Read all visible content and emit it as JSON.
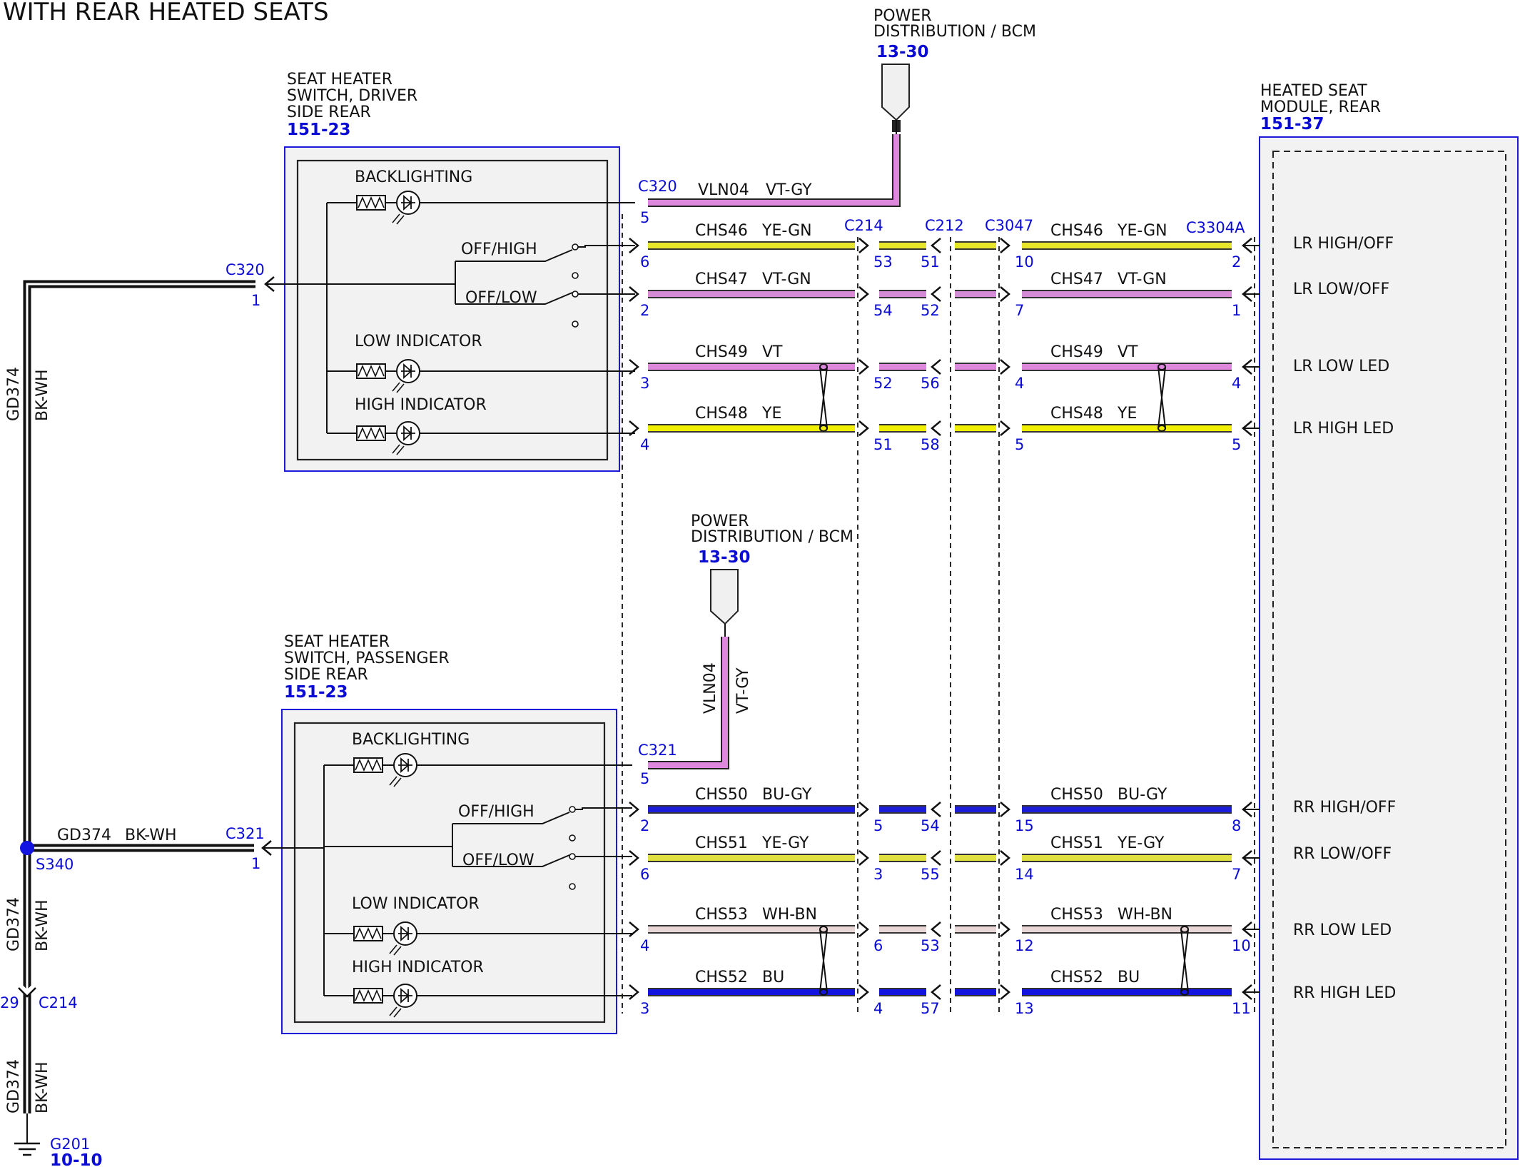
{
  "title": "WITH REAR HEATED SEATS",
  "power_top": {
    "line1": "POWER",
    "line2": "DISTRIBUTION / BCM",
    "ref": "13-30"
  },
  "power_mid": {
    "line1": "POWER",
    "line2": "DISTRIBUTION / BCM",
    "ref": "13-30"
  },
  "switch_driver": {
    "line1": "SEAT HEATER",
    "line2": "SWITCH, DRIVER",
    "line3": "SIDE REAR",
    "ref": "151-23",
    "backlighting": "BACKLIGHTING",
    "off_high": "OFF/HIGH",
    "off_low": "OFF/LOW",
    "low_indicator": "LOW INDICATOR",
    "high_indicator": "HIGH INDICATOR"
  },
  "switch_passenger": {
    "line1": "SEAT HEATER",
    "line2": "SWITCH, PASSENGER",
    "line3": "SIDE REAR",
    "ref": "151-23",
    "backlighting": "BACKLIGHTING",
    "off_high": "OFF/HIGH",
    "off_low": "OFF/LOW",
    "low_indicator": "LOW INDICATOR",
    "high_indicator": "HIGH INDICATOR"
  },
  "module": {
    "line1": "HEATED SEAT",
    "line2": "MODULE, REAR",
    "ref": "151-37"
  },
  "connectors": {
    "c320_a": "C320",
    "c320_b": "C320",
    "c321_a": "C321",
    "c321_b": "C321",
    "c214": "C214",
    "c212": "C212",
    "c3047": "C3047",
    "c3304a": "C3304A",
    "c214_ground": "C214",
    "splice": "S340",
    "ground": "G201",
    "ground_ref": "10-10"
  },
  "ground_wire": {
    "circuit": "GD374",
    "color": "BK-WH"
  },
  "power_wire_top": {
    "circuit": "VLN04",
    "color": "VT-GY",
    "pin": "5"
  },
  "power_wire_mid": {
    "circuit": "VLN04",
    "color": "VT-GY",
    "pin": "5"
  },
  "pins": {
    "c320_ground": "1",
    "c321_ground": "1",
    "c214_ground": "29"
  },
  "module_pins": {
    "lr_high": "LR HIGH/OFF",
    "lr_low": "LR LOW/OFF",
    "lr_low_led": "LR LOW LED",
    "lr_high_led": "LR HIGH LED",
    "rr_high": "RR HIGH/OFF",
    "rr_low": "RR LOW/OFF",
    "rr_low_led": "RR LOW LED",
    "rr_high_led": "RR HIGH LED"
  },
  "circuits": [
    {
      "circuit": "CHS46",
      "color": "YE-GN",
      "hex": "#e6e62a",
      "pins": [
        "6",
        "53",
        "51",
        "10",
        "2"
      ]
    },
    {
      "circuit": "CHS47",
      "color": "VT-GN",
      "hex": "#d68bd6",
      "pins": [
        "2",
        "54",
        "52",
        "7",
        "1"
      ]
    },
    {
      "circuit": "CHS49",
      "color": "VT",
      "hex": "#dd88dd",
      "pins": [
        "3",
        "52",
        "56",
        "4",
        "4"
      ]
    },
    {
      "circuit": "CHS48",
      "color": "YE",
      "hex": "#f0f000",
      "pins": [
        "4",
        "51",
        "58",
        "5",
        "5"
      ]
    },
    {
      "circuit": "CHS50",
      "color": "BU-GY",
      "hex": "#1c1cd9",
      "pins": [
        "2",
        "5",
        "54",
        "15",
        "8"
      ]
    },
    {
      "circuit": "CHS51",
      "color": "YE-GY",
      "hex": "#e0e040",
      "pins": [
        "6",
        "3",
        "55",
        "14",
        "7"
      ]
    },
    {
      "circuit": "CHS53",
      "color": "WH-BN",
      "hex": "#e9d6d6",
      "pins": [
        "4",
        "6",
        "53",
        "12",
        "10"
      ]
    },
    {
      "circuit": "CHS52",
      "color": "BU",
      "hex": "#1414e0",
      "pins": [
        "3",
        "4",
        "57",
        "13",
        "11"
      ]
    }
  ]
}
